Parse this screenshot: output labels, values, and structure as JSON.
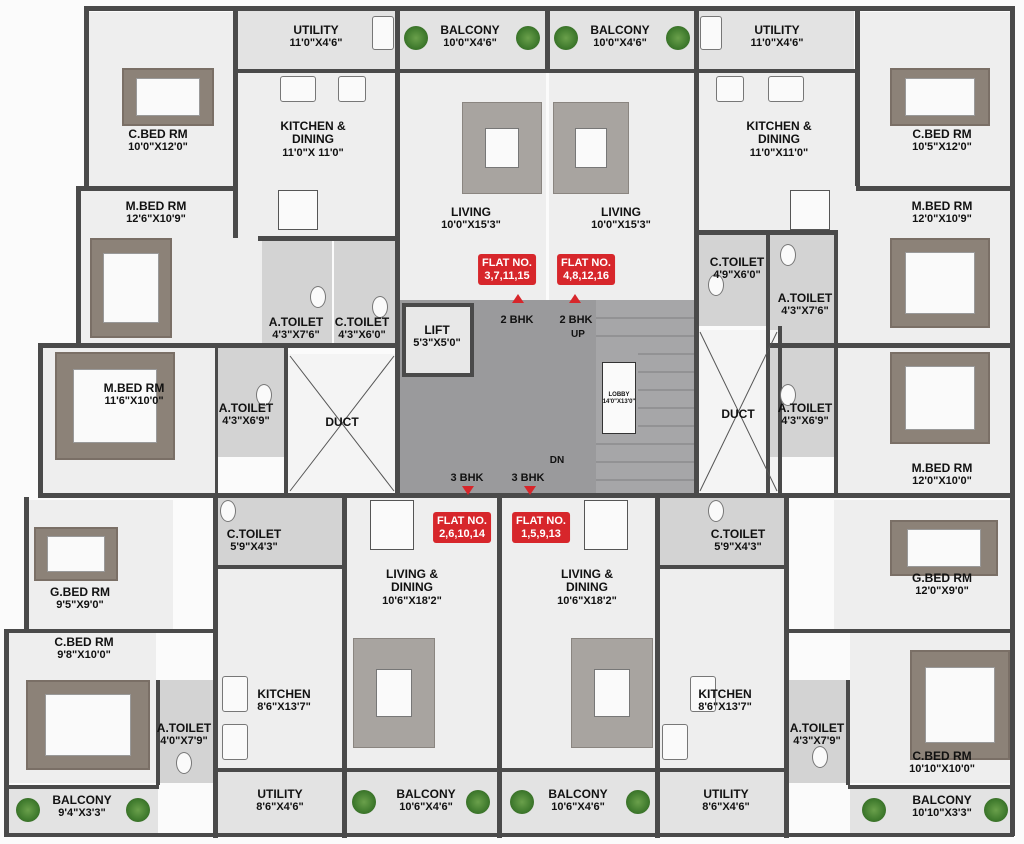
{
  "rooms": {
    "utility_tl": {
      "name": "UTILITY",
      "dim": "11'0\"X4'6\""
    },
    "balcony_tc1": {
      "name": "BALCONY",
      "dim": "10'0\"X4'6\""
    },
    "balcony_tc2": {
      "name": "BALCONY",
      "dim": "10'0\"X4'6\""
    },
    "utility_tr": {
      "name": "UTILITY",
      "dim": "11'0\"X4'6\""
    },
    "cbed_tl": {
      "name": "C.BED RM",
      "dim": "10'0\"X12'0\""
    },
    "kitchen_tl": {
      "name": "KITCHEN &\nDINING",
      "name1": "KITCHEN &",
      "name2": "DINING",
      "dim": "11'0\"X 11'0\""
    },
    "living_tl": {
      "name": "LIVING",
      "dim": "10'0\"X15'3\""
    },
    "living_tr": {
      "name": "LIVING",
      "dim": "10'0\"X15'3\""
    },
    "kitchen_tr": {
      "name1": "KITCHEN &",
      "name2": "DINING",
      "dim": "11'0\"X11'0\""
    },
    "cbed_tr": {
      "name": "C.BED RM",
      "dim": "10'5\"X12'0\""
    },
    "mbed_tl": {
      "name": "M.BED RM",
      "dim": "12'6\"X10'9\""
    },
    "mbed_tr": {
      "name": "M.BED RM",
      "dim": "12'0\"X10'9\""
    },
    "ctoilet_tr": {
      "name": "C.TOILET",
      "dim": "4'9\"X6'0\""
    },
    "atoilet_tl": {
      "name": "A.TOILET",
      "dim": "4'3\"X7'6\""
    },
    "ctoilet_tl": {
      "name": "C.TOILET",
      "dim": "4'3\"X6'0\""
    },
    "lift": {
      "name": "LIFT",
      "dim": "5'3\"X5'0\""
    },
    "atoilet_tr": {
      "name": "A.TOILET",
      "dim": "4'3\"X7'6\""
    },
    "mbed_ml": {
      "name": "M.BED RM",
      "dim": "11'6\"X10'0\""
    },
    "atoilet_ml": {
      "name": "A.TOILET",
      "dim": "4'3\"X6'9\""
    },
    "duct_l": {
      "name": "DUCT"
    },
    "lobby": {
      "name": "LOBBY",
      "dim": "14'0\"X13'0\""
    },
    "duct_r": {
      "name": "DUCT"
    },
    "atoilet_mr": {
      "name": "A.TOILET",
      "dim": "4'3\"X6'9\""
    },
    "mbed_mr": {
      "name": "M.BED RM",
      "dim": "12'0\"X10'0\""
    },
    "ctoilet_bl": {
      "name": "C.TOILET",
      "dim": "5'9\"X4'3\""
    },
    "living_bl": {
      "name1": "LIVING &",
      "name2": "DINING",
      "dim": "10'6\"X18'2\""
    },
    "living_br": {
      "name1": "LIVING &",
      "name2": "DINING",
      "dim": "10'6\"X18'2\""
    },
    "ctoilet_br": {
      "name": "C.TOILET",
      "dim": "5'9\"X4'3\""
    },
    "gbed_l": {
      "name": "G.BED RM",
      "dim": "9'5\"X9'0\""
    },
    "gbed_r": {
      "name": "G.BED RM",
      "dim": "12'0\"X9'0\""
    },
    "cbed_bl": {
      "name": "C.BED RM",
      "dim": "9'8\"X10'0\""
    },
    "kitchen_bl": {
      "name": "KITCHEN",
      "dim": "8'6\"X13'7\""
    },
    "kitchen_br": {
      "name": "KITCHEN",
      "dim": "8'6\"X13'7\""
    },
    "atoilet_bl": {
      "name": "A.TOILET",
      "dim": "4'0\"X7'9\""
    },
    "atoilet_br": {
      "name": "A.TOILET",
      "dim": "4'3\"X7'9\""
    },
    "cbed_br": {
      "name": "C.BED RM",
      "dim": "10'10\"X10'0\""
    },
    "balcony_bl": {
      "name": "BALCONY",
      "dim": "9'4\"X3'3\""
    },
    "utility_bl": {
      "name": "UTILITY",
      "dim": "8'6\"X4'6\""
    },
    "balcony_bc1": {
      "name": "BALCONY",
      "dim": "10'6\"X4'6\""
    },
    "balcony_bc2": {
      "name": "BALCONY",
      "dim": "10'6\"X4'6\""
    },
    "utility_br": {
      "name": "UTILITY",
      "dim": "8'6\"X4'6\""
    },
    "balcony_br": {
      "name": "BALCONY",
      "dim": "10'10\"X3'3\""
    }
  },
  "flats": {
    "tl": {
      "line1": "FLAT NO.",
      "line2": "3,7,11,15",
      "type": "2 BHK"
    },
    "tr": {
      "line1": "FLAT NO.",
      "line2": "4,8,12,16",
      "type": "2 BHK"
    },
    "bl": {
      "line1": "FLAT NO.",
      "line2": "2,6,10,14",
      "type": "3 BHK"
    },
    "br": {
      "line1": "FLAT NO.",
      "line2": "1,5,9,13",
      "type": "3 BHK"
    }
  },
  "stairs": {
    "up": "UP",
    "down": "DN"
  },
  "colors": {
    "flat_tag": "#d7262b",
    "core": "#9a9a9c",
    "wall": "#4a4a4a"
  }
}
